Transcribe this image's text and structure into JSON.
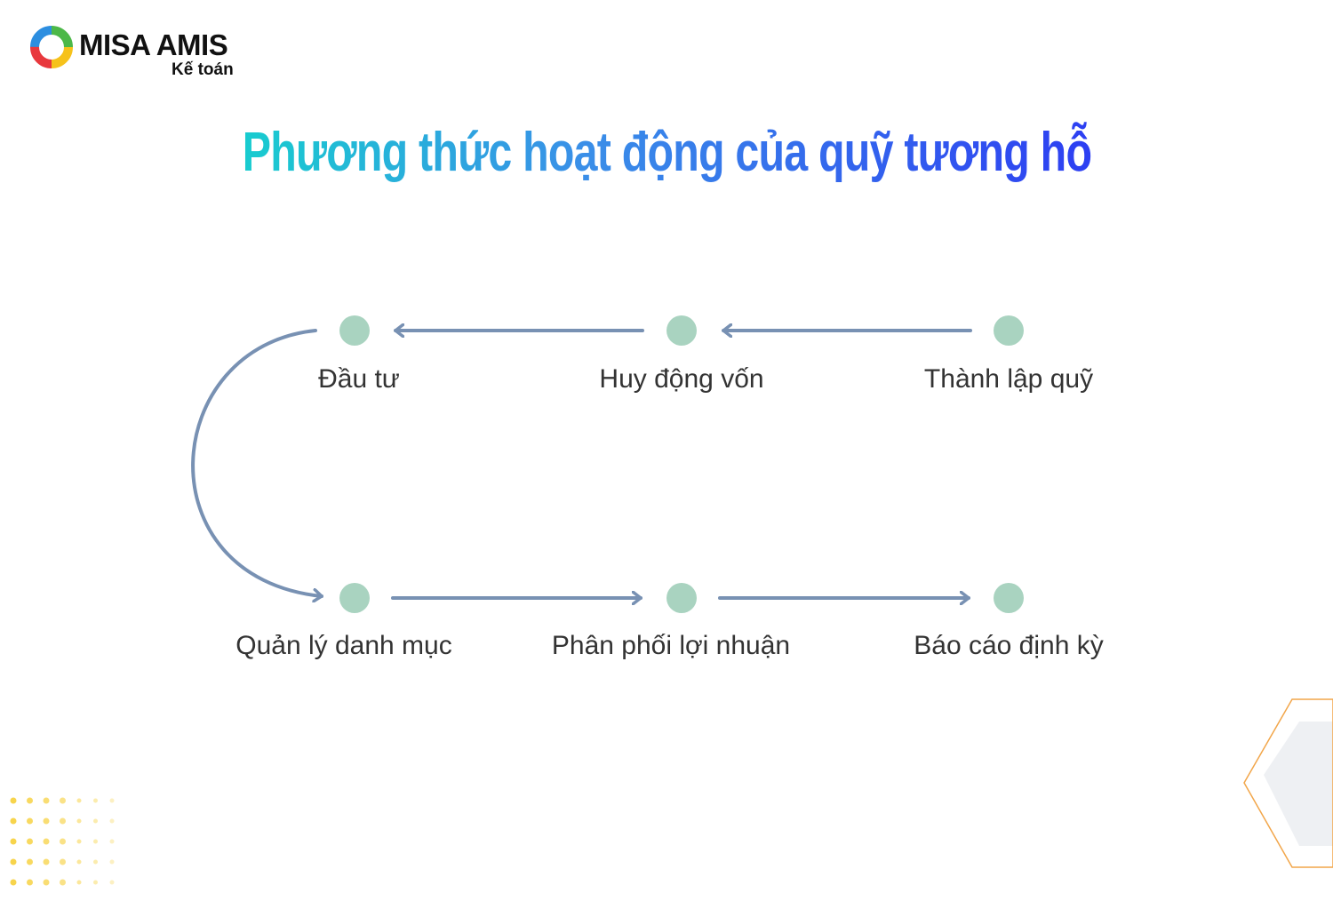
{
  "logo": {
    "brand": "MISA AMIS",
    "product": "Kế toán"
  },
  "title": "Phương thức hoạt động của quỹ tương hỗ",
  "steps": [
    {
      "label": "Thành lập quỹ"
    },
    {
      "label": "Huy động vốn"
    },
    {
      "label": "Đầu tư"
    },
    {
      "label": "Quản lý danh mục"
    },
    {
      "label": "Phân phối lợi nhuận"
    },
    {
      "label": "Báo cáo định kỳ"
    }
  ],
  "colors": {
    "node": "#a9d3c0",
    "arrow": "#7891b3",
    "title_start": "#18cccf",
    "title_end": "#2d3ff2",
    "accent_orange": "#f2a64a",
    "dots": "#f7d44c"
  }
}
